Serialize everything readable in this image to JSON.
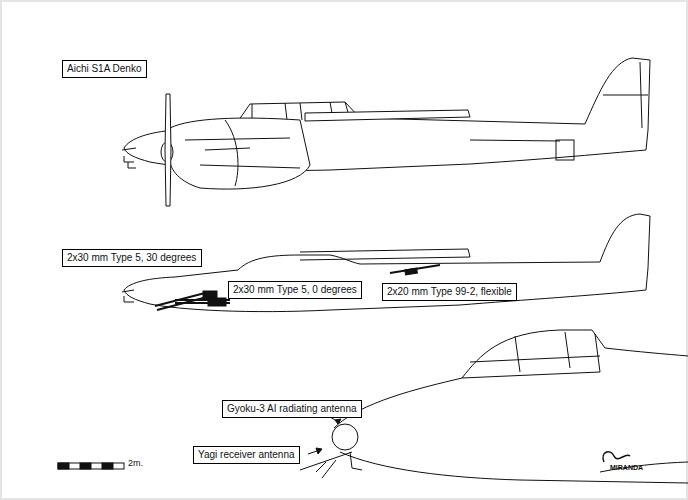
{
  "diagram": {
    "nodes": [
      {
        "text": [
          "Aichi S1A Denko"
        ]
      },
      {
        "text": [
          "2x30 mm Type 5, 30 degrees"
        ]
      },
      {
        "text": [
          "2x30 mm Type 5, 0 degrees"
        ]
      },
      {
        "text": [
          "2x20 mm Type 99-2, flexible"
        ]
      },
      {
        "text": [
          "Gyoku-3 AI radiating antenna"
        ]
      },
      {
        "text": [
          "Yagi receiver antenna"
        ]
      }
    ],
    "labels": [
      "2m.",
      "MIRANDA"
    ]
  }
}
